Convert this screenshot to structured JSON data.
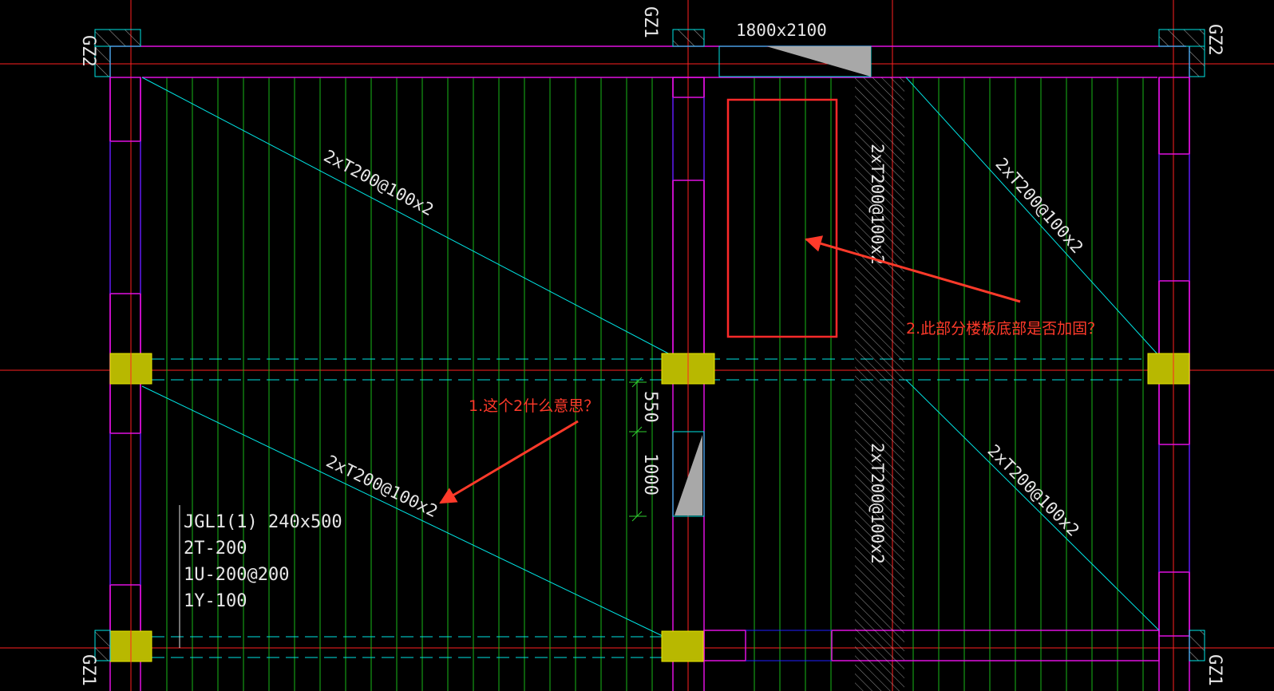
{
  "drawing": {
    "background": "#000000",
    "colors": {
      "axis": "#ff2020",
      "wall": "#e010e0",
      "beam": "#00e5e5",
      "steel_bars": "#19b819",
      "column_fill": "#b8b800",
      "annotation": "#ff3a2a",
      "text": "#e6e6e6",
      "hatch": "#9a9a9a",
      "dim": "#30d030",
      "blue_line": "#2020ff"
    },
    "column_tags": {
      "top_left": "GZ2",
      "top_middle": "GZ1",
      "top_right": "GZ2",
      "bottom_left": "GZ1",
      "bottom_right": "GZ1"
    },
    "opening_label": "1800x2100",
    "bar_labels": {
      "upper_left": "2xT200@100x2",
      "lower_left": "2xT200@100x2",
      "upper_right": "2xT200@100x2",
      "lower_right": "2xT200@100x2",
      "vertical_upper": "2xT200@100x2",
      "vertical_lower": "2xT200@100x2"
    },
    "dimensions": {
      "upper": "550",
      "lower": "1000"
    },
    "beam_note": {
      "line1": "JGL1(1) 240x500",
      "line2": "2T-200",
      "line3": "1U-200@200",
      "line4": "1Y-100"
    },
    "annotations": {
      "question1": "1.这个2什么意思？",
      "question2": "2.此部分楼板底部是否加固？"
    }
  }
}
